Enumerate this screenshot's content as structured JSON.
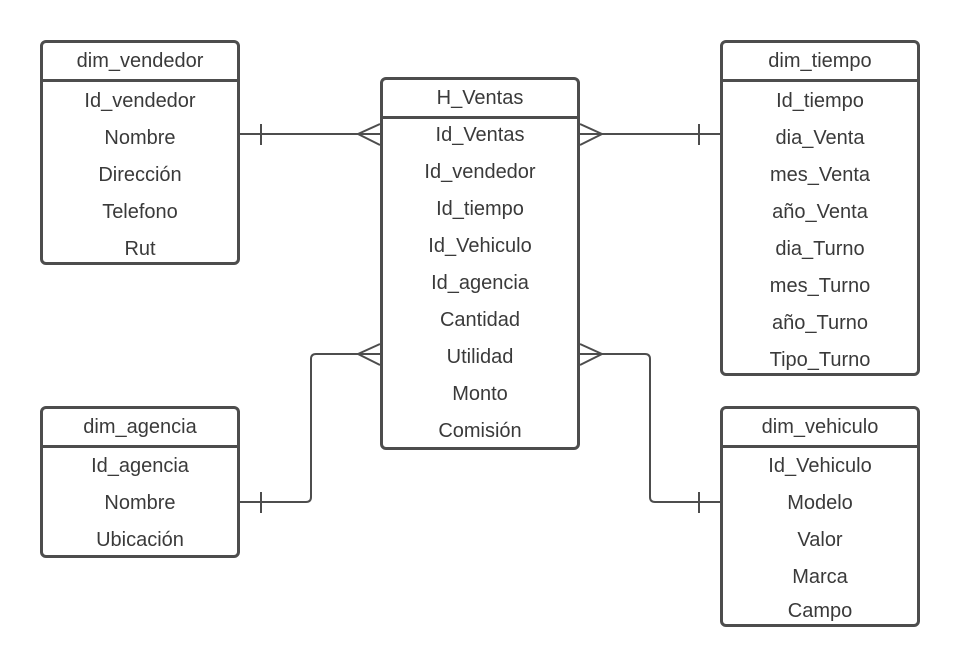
{
  "entities": {
    "h_ventas": {
      "title": "H_Ventas",
      "fields": [
        "Id_Ventas",
        "Id_vendedor",
        "Id_tiempo",
        "Id_Vehiculo",
        "Id_agencia",
        "Cantidad",
        "Utilidad",
        "Monto",
        "Comisión"
      ]
    },
    "dim_vendedor": {
      "title": "dim_vendedor",
      "fields": [
        "Id_vendedor",
        "Nombre",
        "Dirección",
        "Telefono",
        "Rut"
      ]
    },
    "dim_tiempo": {
      "title": "dim_tiempo",
      "fields": [
        "Id_tiempo",
        "dia_Venta",
        "mes_Venta",
        "año_Venta",
        "dia_Turno",
        "mes_Turno",
        "año_Turno",
        "Tipo_Turno"
      ]
    },
    "dim_agencia": {
      "title": "dim_agencia",
      "fields": [
        "Id_agencia",
        "Nombre",
        "Ubicación"
      ]
    },
    "dim_vehiculo": {
      "title": "dim_vehiculo",
      "fields": [
        "Id_Vehiculo",
        "Modelo",
        "Valor",
        "Marca",
        "Campo"
      ]
    }
  },
  "relationships": [
    {
      "from": "dim_vendedor",
      "to": "H_Ventas",
      "from_cardinality": "one",
      "to_cardinality": "many"
    },
    {
      "from": "dim_tiempo",
      "to": "H_Ventas",
      "from_cardinality": "one",
      "to_cardinality": "many"
    },
    {
      "from": "dim_agencia",
      "to": "H_Ventas",
      "from_cardinality": "one",
      "to_cardinality": "many"
    },
    {
      "from": "dim_vehiculo",
      "to": "H_Ventas",
      "from_cardinality": "one",
      "to_cardinality": "many"
    }
  ],
  "colors": {
    "stroke": "#4d4d4d",
    "text": "#3a3a3a",
    "background": "#ffffff"
  }
}
